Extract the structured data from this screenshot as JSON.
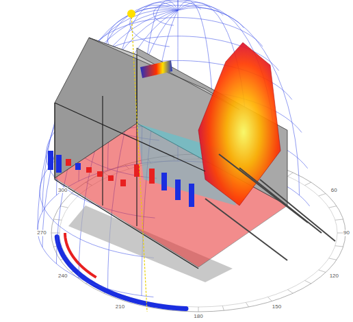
{
  "diagram": {
    "labels": [
      "60",
      "90",
      "120",
      "150",
      "180",
      "210",
      "240",
      "270",
      "300"
    ]
  }
}
